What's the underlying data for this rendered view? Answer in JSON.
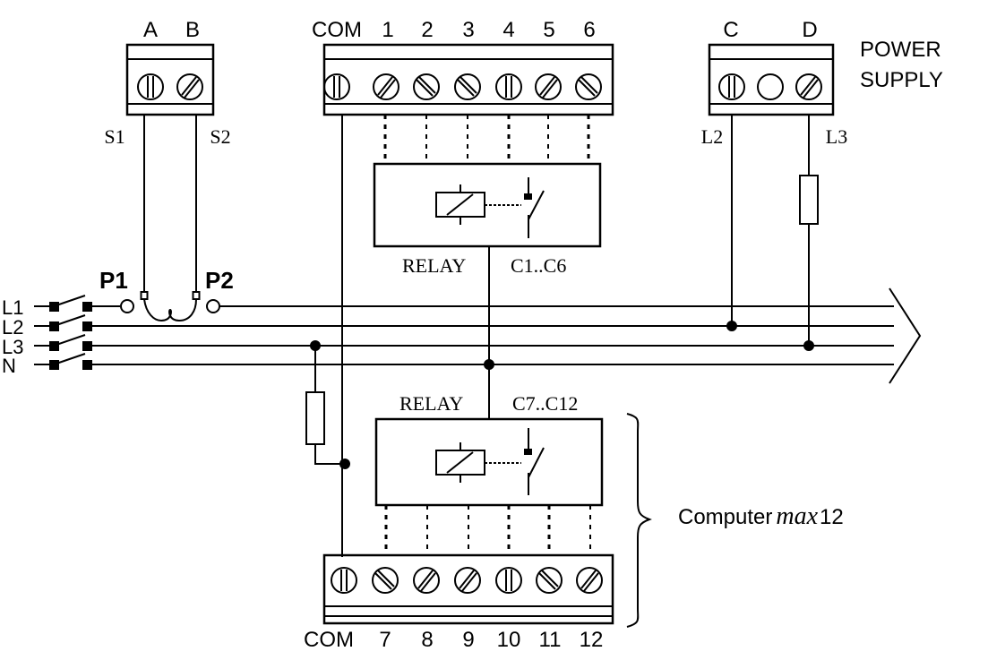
{
  "terminal_ab": {
    "labels": [
      "A",
      "B"
    ],
    "wires": [
      "S1",
      "S2"
    ]
  },
  "terminal_top": {
    "labels": [
      "COM",
      "1",
      "2",
      "3",
      "4",
      "5",
      "6"
    ]
  },
  "terminal_power": {
    "labels": [
      "C",
      "D"
    ],
    "wires": [
      "L2",
      "L3"
    ],
    "title_line1": "POWER",
    "title_line2": "SUPPLY"
  },
  "terminal_bottom": {
    "labels": [
      "COM",
      "7",
      "8",
      "9",
      "10",
      "11",
      "12"
    ]
  },
  "relay_top": {
    "label": "RELAY",
    "range": "C1..C6"
  },
  "relay_bottom": {
    "label": "RELAY",
    "range": "C7..C12"
  },
  "ct_terminals": [
    "P1",
    "P2"
  ],
  "lines": [
    "L1",
    "L2",
    "L3",
    "N"
  ],
  "device": {
    "name": "Computer",
    "model": "max",
    "number": "12"
  }
}
